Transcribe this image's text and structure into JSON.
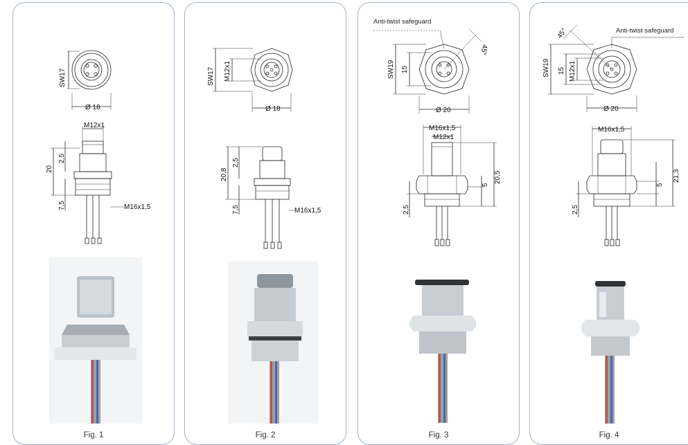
{
  "panels": [
    {
      "caption": "Fig. 1",
      "front": {
        "wrench": "SW17",
        "diameter": "Ø 18"
      },
      "side": {
        "thread_top": "M12x1",
        "thread_bottom": "M16x1,5",
        "h_total": "20",
        "h_top": "2,5",
        "h_bottom": "7,5"
      },
      "photo": "connector-photo"
    },
    {
      "caption": "Fig. 2",
      "front": {
        "wrench": "SW17",
        "inner": "M12x1",
        "diameter": "Ø 18"
      },
      "side": {
        "thread_bottom": "M16x1,5",
        "h_total": "20,8",
        "h_top": "2,5",
        "h_bottom": "7,5"
      },
      "photo": "connector-photo"
    },
    {
      "caption": "Fig. 3",
      "annotation": "Anti-twist safeguard",
      "front": {
        "wrench": "SW19",
        "inner": "15",
        "diameter": "Ø 20",
        "angle": "45°"
      },
      "side": {
        "thread_outer": "M16x1,5",
        "thread_inner": "M12x1",
        "h_total": "20,5",
        "h_mid": "5",
        "h_bottom": "2,5"
      },
      "photo": "connector-photo"
    },
    {
      "caption": "Fig. 4",
      "annotation": "Anti-twist safeguard",
      "front": {
        "wrench": "SW19",
        "inner1": "15",
        "inner2": "M12x1",
        "diameter": "Ø 20",
        "angle": "45°"
      },
      "side": {
        "thread_outer": "M16x1,5",
        "h_total": "21,3",
        "h_mid": "5",
        "h_bottom": "2,5"
      },
      "photo": "connector-photo"
    }
  ],
  "colors": {
    "frame": "#9fb3c8",
    "metal": "#c7cdd3",
    "wire_red": "#b8544a",
    "wire_blue": "#4a6aa8"
  }
}
